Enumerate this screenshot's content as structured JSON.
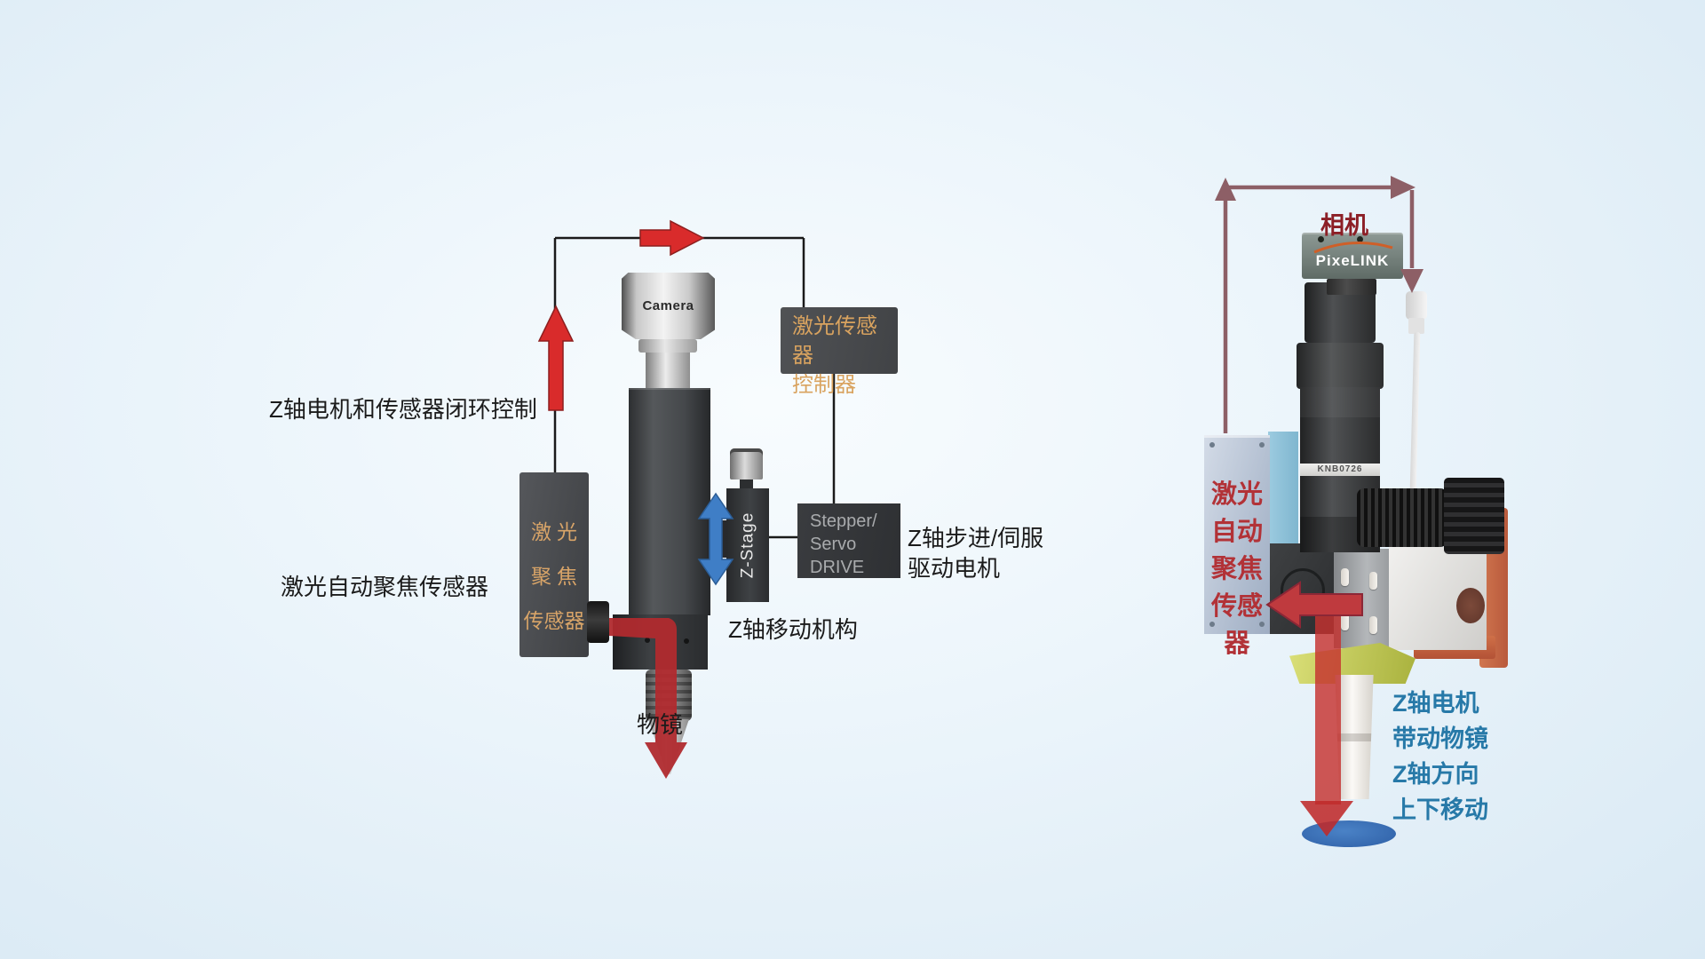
{
  "diagram": {
    "camera_label": "Camera",
    "z_stage_label": "Z-Stage",
    "boxes": {
      "sensor": [
        "激光",
        "聚焦",
        "传感器"
      ],
      "controller": [
        "激光传感器",
        "控制器"
      ],
      "stepper": [
        "Stepper/",
        "Servo",
        "DRIVE"
      ]
    },
    "labels": {
      "closed_loop": "Z轴电机和传感器闭环控制",
      "autofocus": "激光自动聚焦传感器",
      "stepper_motor_line1": "Z轴步进/伺服",
      "stepper_motor_line2": "驱动电机",
      "z_move": "Z轴移动机构",
      "objective": "物镜"
    }
  },
  "photo": {
    "camera_label": "相机",
    "brand": "PixeLINK",
    "tube_code": "KNB0726",
    "sensor_lines": [
      "激光",
      "自动",
      "聚焦",
      "传感",
      "器"
    ],
    "motion_lines": [
      "Z轴电机",
      "带动物镜",
      "Z轴方向",
      "上下移动"
    ]
  },
  "colors": {
    "background": "#e9f3fa",
    "red_arrow": "#d92b2b",
    "blue_arrow": "#3f7ec6",
    "maroon_path": "#8d5f66",
    "dark_box": "#3f4245",
    "box_text_orange": "#d8a468",
    "photo_red_text": "#b23237",
    "photo_blue_text": "#2779a8"
  }
}
